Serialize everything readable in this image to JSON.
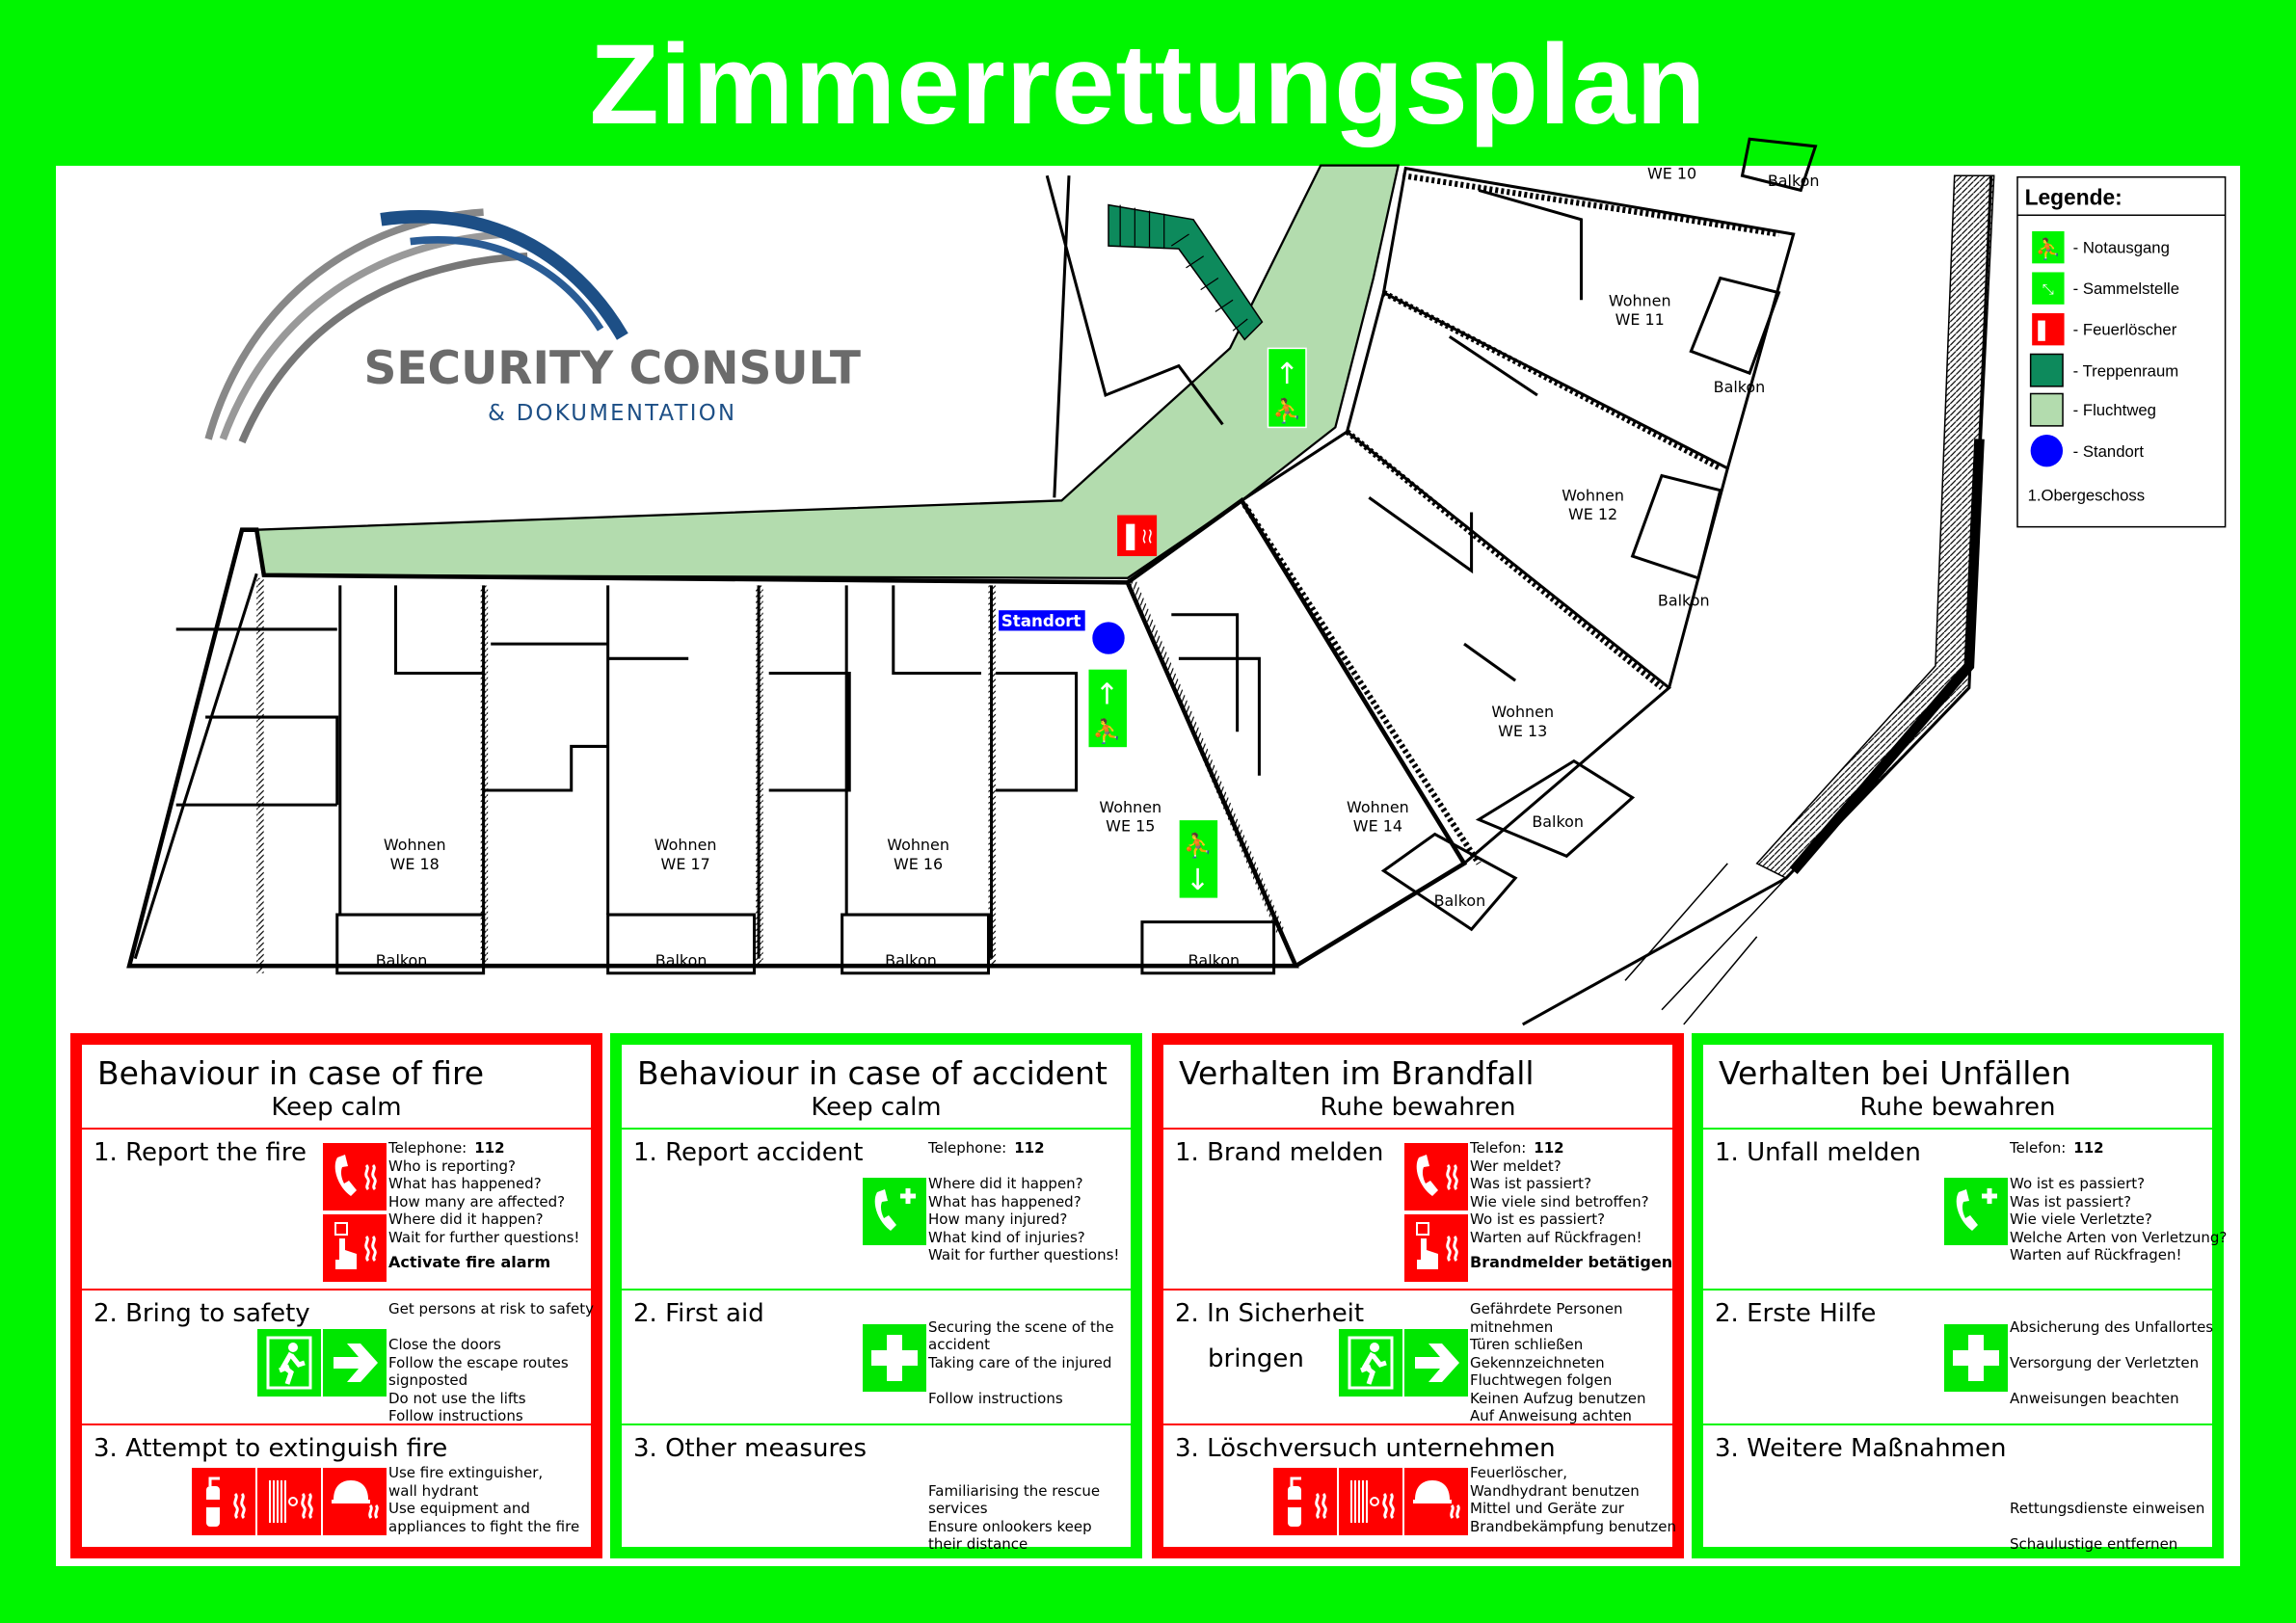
{
  "title": "Zimmerrettungsplan",
  "colors": {
    "background": "#00f500",
    "escape_route": "#b3dcae",
    "stairwell": "#0d8a5c",
    "fire": "#ff0000",
    "safety": "#00f500",
    "location": "#0000ff"
  },
  "logo": {
    "name": "SECURITY CONSULT",
    "tagline": "& DOKUMENTATION"
  },
  "legend": {
    "title": "Legende:",
    "items": [
      {
        "icon": "emergency-exit-icon",
        "label": "- Notausgang"
      },
      {
        "icon": "assembly-point-icon",
        "label": "- Sammelstelle"
      },
      {
        "icon": "fire-extinguisher-icon",
        "label": "- Feuerlöscher"
      },
      {
        "icon": "stairwell-swatch",
        "label": "- Treppenraum"
      },
      {
        "icon": "escape-route-swatch",
        "label": "- Fluchtweg"
      },
      {
        "icon": "location-dot",
        "label": "- Standort"
      }
    ],
    "floor": "1.Obergeschoss"
  },
  "map": {
    "standort_label": "Standort",
    "units": [
      "Wohnen",
      "WE 18",
      "WE 17",
      "WE 16",
      "WE 15",
      "WE 14",
      "WE 13",
      "WE 12",
      "WE 11",
      "WE 10"
    ],
    "balcony": "Balkon"
  },
  "panels": [
    {
      "title": "Behaviour in case of fire",
      "subtitle": "Keep calm",
      "color": "#ff0000",
      "sections": [
        {
          "heading": "1. Report the fire",
          "phone_label": "Telephone:",
          "phone": "112",
          "lines": [
            "Who is reporting?",
            "What has happened?",
            "How many are affected?",
            "Where did it happen?",
            "Wait for further questions!"
          ],
          "bold": "Activate fire alarm",
          "icons": [
            "fire-phone-icon",
            "fire-alarm-icon"
          ]
        },
        {
          "heading": "2. Bring to safety",
          "lines": [
            "Get persons at risk to safety",
            "",
            "Close the doors",
            "Follow the escape routes",
            "signposted",
            "Do not use the lifts",
            "Follow instructions"
          ],
          "icons": [
            "emergency-exit-icon",
            "arrow-right-icon"
          ]
        },
        {
          "heading": "3. Attempt to extinguish fire",
          "lines": [
            "Use fire extinguisher,",
            "wall hydrant",
            "Use equipment and",
            "appliances to fight the fire"
          ],
          "icons": [
            "fire-extinguisher-icon",
            "fire-hose-icon",
            "fire-equipment-icon"
          ]
        }
      ]
    },
    {
      "title": "Behaviour in case of accident",
      "subtitle": "Keep calm",
      "color": "#00f500",
      "sections": [
        {
          "heading": "1. Report accident",
          "phone_label": "Telephone:",
          "phone": "112",
          "lines": [
            "",
            "Where did it happen?",
            "What has happened?",
            "How many injured?",
            "What kind of injuries?",
            "Wait for further questions!"
          ],
          "icons": [
            "emergency-phone-icon"
          ]
        },
        {
          "heading": "2. First aid",
          "lines": [
            "",
            "Securing the scene of the",
            "accident",
            "Taking care of the injured",
            "",
            "Follow instructions"
          ],
          "icons": [
            "first-aid-icon"
          ]
        },
        {
          "heading": "3. Other measures",
          "lines": [
            "",
            "Familiarising the rescue",
            "services",
            "Ensure onlookers keep",
            "their distance"
          ],
          "icons": []
        }
      ]
    },
    {
      "title": "Verhalten im Brandfall",
      "subtitle": "Ruhe bewahren",
      "color": "#ff0000",
      "sections": [
        {
          "heading": "1. Brand melden",
          "phone_label": "Telefon:",
          "phone": "112",
          "lines": [
            "Wer meldet?",
            "Was ist passiert?",
            "Wie viele sind betroffen?",
            "Wo ist es passiert?",
            "Warten auf Rückfragen!"
          ],
          "bold": "Brandmelder betätigen",
          "icons": [
            "fire-phone-icon",
            "fire-alarm-icon"
          ]
        },
        {
          "heading": "2. In Sicherheit",
          "heading2": "bringen",
          "lines": [
            "Gefährdete Personen",
            "mitnehmen",
            "Türen schließen",
            "Gekennzeichneten",
            "Fluchtwegen folgen",
            "Keinen Aufzug benutzen",
            "Auf Anweisung achten"
          ],
          "icons": [
            "emergency-exit-icon",
            "arrow-right-icon"
          ]
        },
        {
          "heading": "3. Löschversuch unternehmen",
          "lines": [
            "Feuerlöscher,",
            "Wandhydrant benutzen",
            "Mittel und Geräte zur",
            "Brandbekämpfung benutzen"
          ],
          "icons": [
            "fire-extinguisher-icon",
            "fire-hose-icon",
            "fire-equipment-icon"
          ]
        }
      ]
    },
    {
      "title": "Verhalten bei Unfällen",
      "subtitle": "Ruhe bewahren",
      "color": "#00f500",
      "sections": [
        {
          "heading": "1. Unfall melden",
          "phone_label": "Telefon:",
          "phone": "112",
          "lines": [
            "",
            "Wo ist es passiert?",
            "Was ist passiert?",
            "Wie viele Verletzte?",
            "Welche Arten von Verletzung?",
            "Warten auf Rückfragen!"
          ],
          "icons": [
            "emergency-phone-icon"
          ]
        },
        {
          "heading": "2. Erste Hilfe",
          "lines": [
            "",
            "Absicherung des Unfallortes",
            "",
            "Versorgung der Verletzten",
            "",
            "Anweisungen beachten"
          ],
          "icons": [
            "first-aid-icon"
          ]
        },
        {
          "heading": "3. Weitere Maßnahmen",
          "lines": [
            "",
            "",
            "Rettungsdienste einweisen",
            "",
            "Schaulustige entfernen"
          ],
          "icons": []
        }
      ]
    }
  ]
}
